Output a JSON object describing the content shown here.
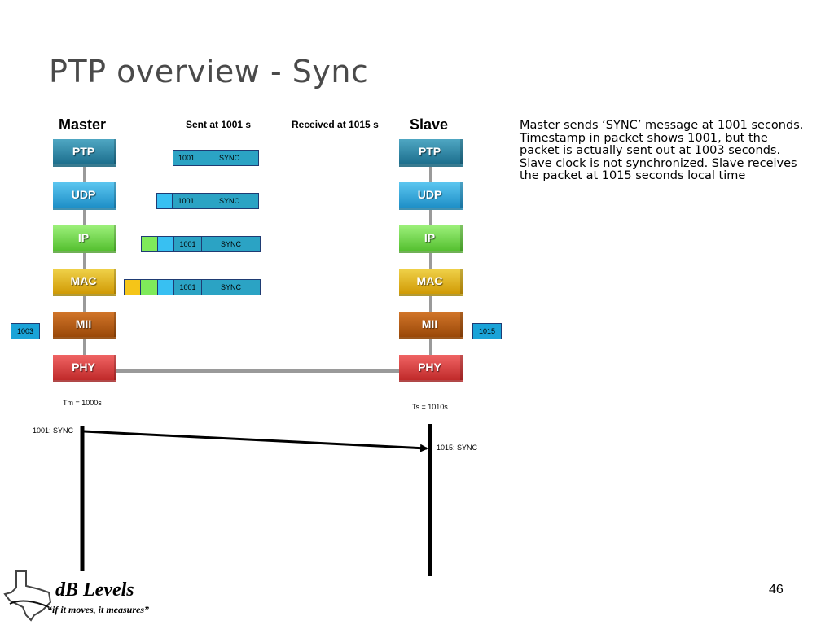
{
  "slide": {
    "title": "PTP overview - Sync",
    "page_number": "46"
  },
  "labels": {
    "master": "Master",
    "slave": "Slave",
    "sent_at": "Sent at 1001 s",
    "received_at": "Received at  1015 s",
    "tm": "Tm = 1000s",
    "ts": "Ts = 1010s"
  },
  "layers": [
    "PTP",
    "UDP",
    "IP",
    "MAC",
    "MII",
    "PHY"
  ],
  "packet": {
    "timestamp": "1001",
    "message": "SYNC"
  },
  "timestamps": {
    "master_mii": "1003",
    "slave_mii": "1015"
  },
  "timeline": {
    "master_event": "1001: SYNC",
    "slave_event": "1015: SYNC"
  },
  "description": "Master sends ‘SYNC’ message at 1001 seconds. Timestamp in packet shows 1001, but the packet is actually sent out at 1003 seconds. Slave clock is not synchronized. Slave receives the packet at 1015 seconds local time",
  "logo": {
    "name": "dB Levels",
    "tagline": "“if it moves, it measures”"
  },
  "colors": {
    "ptp": "#2b8fb0",
    "udp": "#38b0e6",
    "ip": "#74d84e",
    "mac": "#e6b81a",
    "mii": "#b85f14",
    "phy": "#dd4444"
  }
}
